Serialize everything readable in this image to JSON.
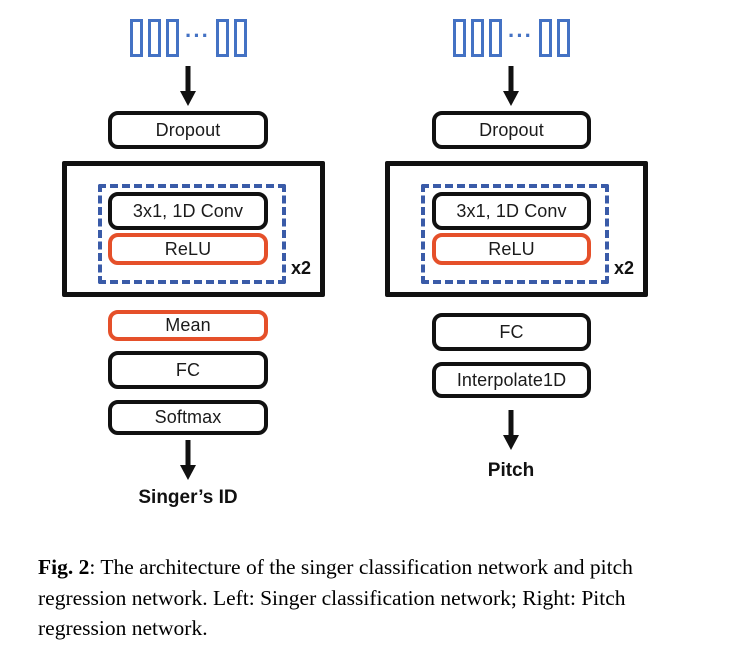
{
  "figure": {
    "caption_label": "Fig. 2",
    "caption_separator": ":",
    "caption_text": "The architecture of the singer classification network and pitch regression network. Left: Singer classification network; Right: Pitch regression network."
  },
  "colors": {
    "input_frame_blue": "#4472C4",
    "dashed_group_blue": "#3A5BA8",
    "accent_orange": "#E5502A",
    "box_black": "#111111",
    "background": "#FFFFFF"
  },
  "diagrams": {
    "left": {
      "name": "singer-classification-network",
      "input_frames": {
        "count_before_ellipsis": 3,
        "count_after_ellipsis": 2,
        "ellipsis": "···"
      },
      "nodes": [
        {
          "label": "Dropout",
          "style": "black"
        },
        {
          "label": "3x1, 1D Conv",
          "style": "black"
        },
        {
          "label": "ReLU",
          "style": "orange"
        },
        {
          "label": "Mean",
          "style": "orange"
        },
        {
          "label": "FC",
          "style": "black"
        },
        {
          "label": "Softmax",
          "style": "black"
        }
      ],
      "repeat_label": "x2",
      "output_label": "Singer’s ID"
    },
    "right": {
      "name": "pitch-regression-network",
      "input_frames": {
        "count_before_ellipsis": 3,
        "count_after_ellipsis": 2,
        "ellipsis": "···"
      },
      "nodes": [
        {
          "label": "Dropout",
          "style": "black"
        },
        {
          "label": "3x1, 1D Conv",
          "style": "black"
        },
        {
          "label": "ReLU",
          "style": "orange"
        },
        {
          "label": "FC",
          "style": "black"
        },
        {
          "label": "Interpolate1D",
          "style": "black"
        }
      ],
      "repeat_label": "x2",
      "output_label": "Pitch"
    }
  }
}
